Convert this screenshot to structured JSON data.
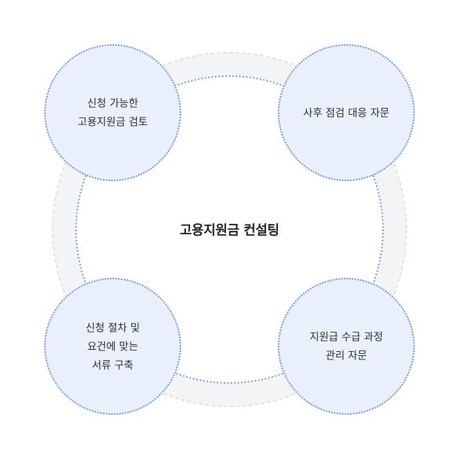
{
  "center": {
    "title": "고용지원금 컨설팅"
  },
  "nodes": [
    {
      "id": "top-left",
      "lines": [
        "신청 가능한",
        "고용지원금 검토"
      ]
    },
    {
      "id": "top-right",
      "lines": [
        "사후 점검 대응 자문"
      ]
    },
    {
      "id": "bottom-left",
      "lines": [
        "신청 절차 및",
        "요건에 맞는",
        "서류 구축"
      ]
    },
    {
      "id": "bottom-right",
      "lines": [
        "지원급 수급 과정",
        "관리 자문"
      ]
    }
  ],
  "colors": {
    "node_fill": "#eaf0fb",
    "node_border": "#5b8ee6",
    "outer_ring": "#f3f4f6",
    "outer_ring_border": "#d9d9d9",
    "center_text": "#1e1e1e"
  }
}
